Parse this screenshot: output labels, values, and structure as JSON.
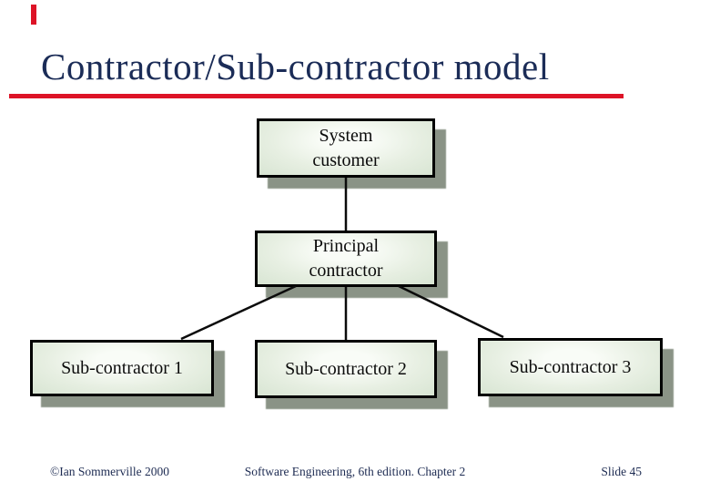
{
  "slide": {
    "title": "Contractor/Sub-contractor model",
    "title_color": "#1b2c57",
    "accent_color": "#dd1327"
  },
  "diagram": {
    "type": "hierarchy",
    "box_fill": "#e3ecdd",
    "box_border_color": "#000000",
    "box_shadow_color": "#8a9386",
    "nodes": {
      "system_customer": {
        "line1": "System",
        "line2": "customer"
      },
      "principal_contractor": {
        "line1": "Principal",
        "line2": "contractor"
      },
      "sub_contractor_1": {
        "label": "Sub-contractor 1"
      },
      "sub_contractor_2": {
        "label": "Sub-contractor 2"
      },
      "sub_contractor_3": {
        "label": "Sub-contractor 3"
      }
    },
    "edges": [
      {
        "from": "system_customer",
        "to": "principal_contractor"
      },
      {
        "from": "principal_contractor",
        "to": "sub_contractor_1"
      },
      {
        "from": "principal_contractor",
        "to": "sub_contractor_2"
      },
      {
        "from": "principal_contractor",
        "to": "sub_contractor_3"
      }
    ]
  },
  "footer": {
    "left": "©Ian Sommerville 2000",
    "center": "Software Engineering, 6th edition. Chapter 2",
    "right": "Slide 45"
  }
}
